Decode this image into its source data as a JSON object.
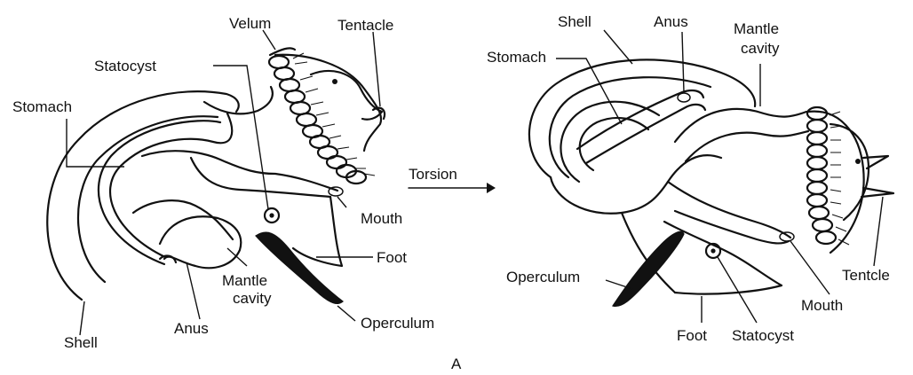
{
  "figure": {
    "panel_letter": "A",
    "arrow_label": "Torsion",
    "before": {
      "velum": "Velum",
      "tentacle": "Tentacle",
      "statocyst": "Statocyst",
      "stomach": "Stomach",
      "mouth": "Mouth",
      "foot": "Foot",
      "mantle_cavity_1": "Mantle",
      "mantle_cavity_2": "cavity",
      "operculum": "Operculum",
      "anus": "Anus",
      "shell": "Shell"
    },
    "after": {
      "shell": "Shell",
      "anus": "Anus",
      "mantle_cavity_1": "Mantle",
      "mantle_cavity_2": "cavity",
      "stomach": "Stomach",
      "operculum": "Operculum",
      "foot": "Foot",
      "statocyst": "Statocyst",
      "mouth": "Mouth",
      "tentacle": "Tentcle"
    }
  }
}
